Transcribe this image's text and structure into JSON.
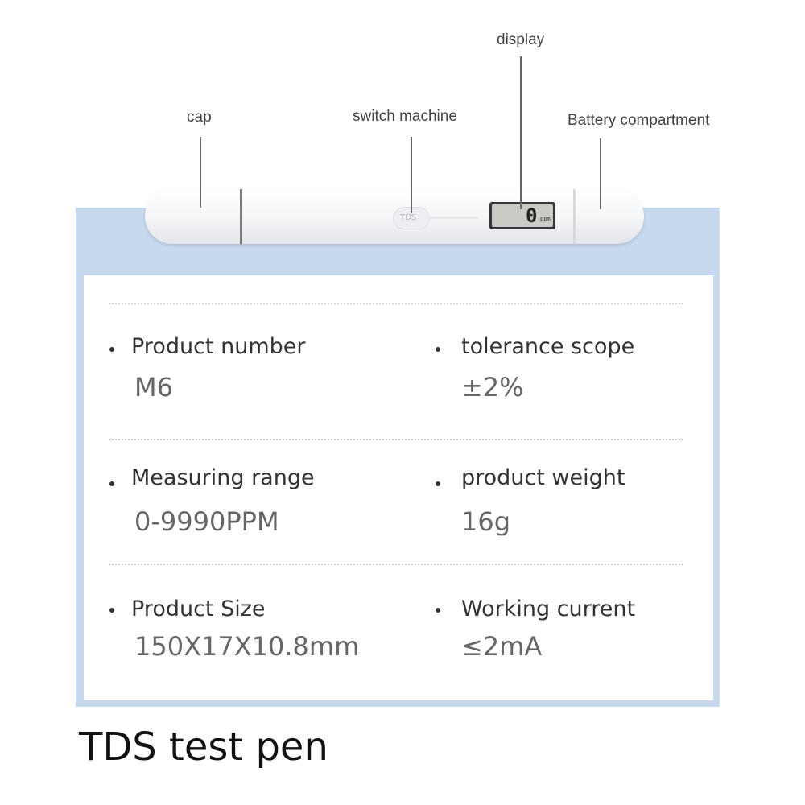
{
  "callouts": {
    "cap": "cap",
    "switch": "switch machine",
    "display": "display",
    "battery": "Battery compartment"
  },
  "pen": {
    "button_label": "TDS",
    "lcd_reading": "0",
    "lcd_unit": "ppm"
  },
  "specs": [
    {
      "label": "Product number",
      "value": "M6"
    },
    {
      "label": "tolerance scope",
      "value": "±2%"
    },
    {
      "label": "Measuring range",
      "value": "0-9990PPM"
    },
    {
      "label": "product weight",
      "value": "16g"
    },
    {
      "label": "Product Size",
      "value": "150X17X10.8mm"
    },
    {
      "label": "Working current",
      "value": "≤2mA"
    }
  ],
  "caption": "TDS test pen",
  "colors": {
    "frame": "#c7d9ee",
    "panel": "#ffffff",
    "label_text": "#333333",
    "value_text": "#666666"
  }
}
